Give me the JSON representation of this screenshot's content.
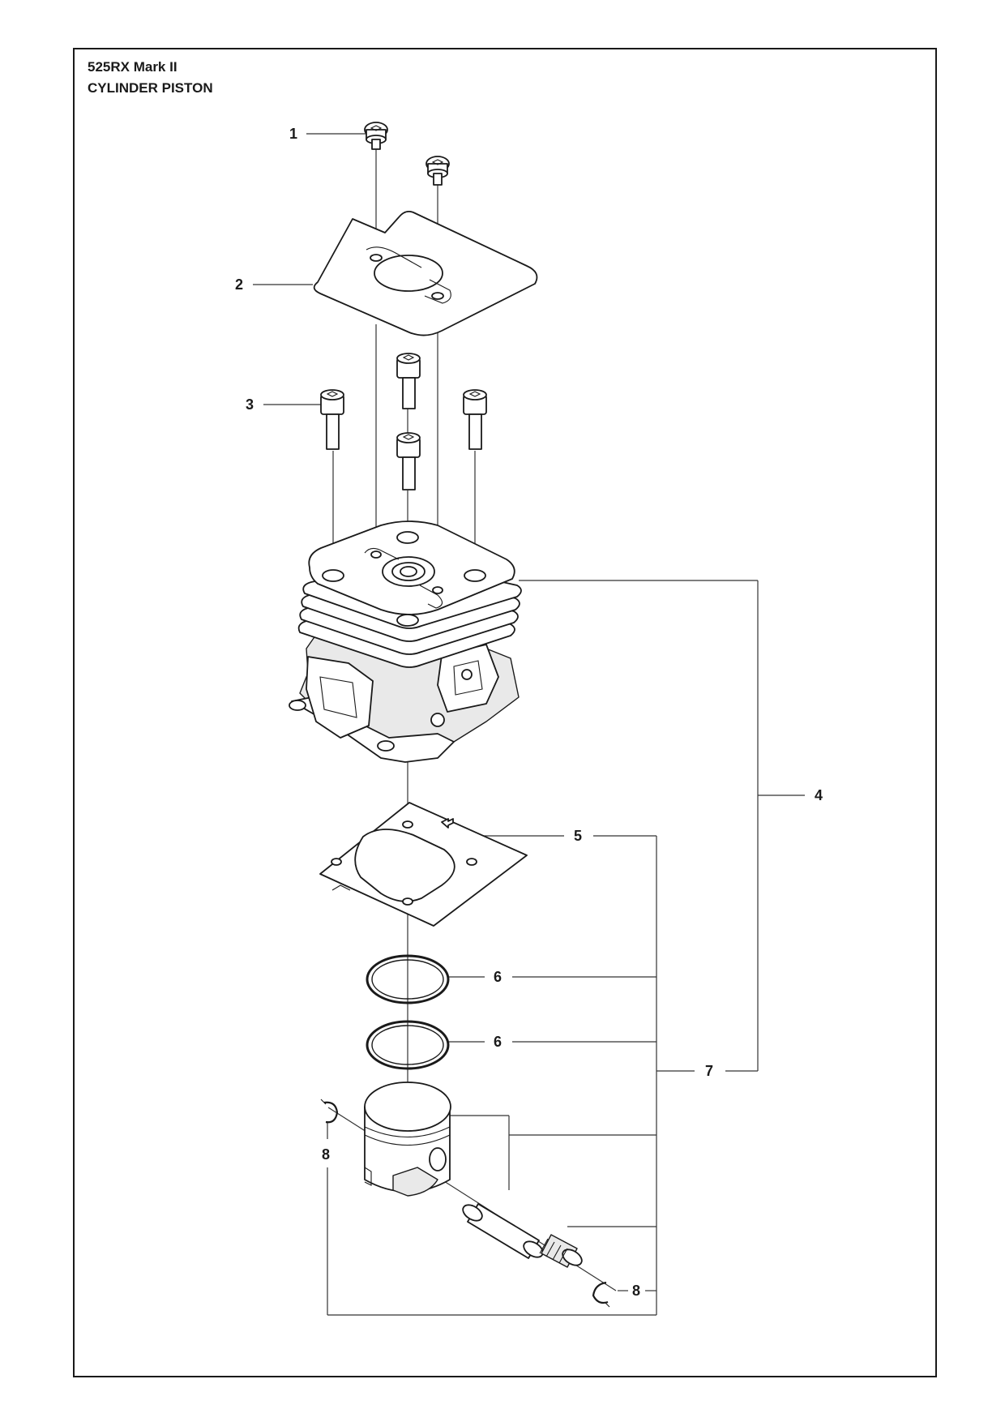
{
  "header": {
    "model": "525RX Mark II",
    "section": "CYLINDER PISTON"
  },
  "callouts": {
    "c1": "1",
    "c2": "2",
    "c3": "3",
    "c4": "4",
    "c5": "5",
    "c6a": "6",
    "c6b": "6",
    "c7": "7",
    "c8a": "8",
    "c8b": "8"
  }
}
